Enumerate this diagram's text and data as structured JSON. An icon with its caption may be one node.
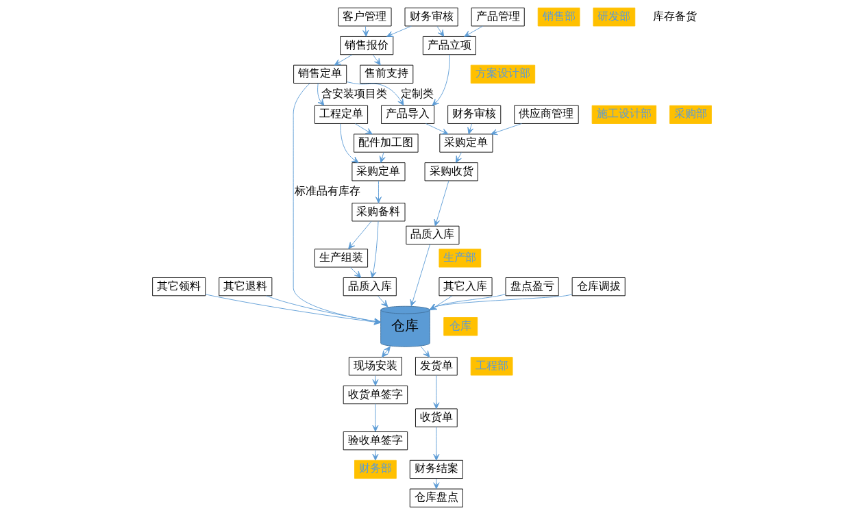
{
  "diagram": {
    "nodes": [
      {
        "text": [
          "售前支持"
        ]
      },
      {
        "text": [
          "方案设计部"
        ]
      },
      {
        "text": [
          "客户管理"
        ]
      },
      {
        "text": [
          "销售报价"
        ]
      },
      {
        "text": [
          "销售定单"
        ]
      },
      {
        "text": [
          "施工设计部"
        ]
      },
      {
        "text": [
          "工程定单"
        ]
      },
      {
        "text": [
          "采购定单"
        ]
      },
      {
        "text": [
          "销售部"
        ]
      },
      {
        "text": [
          "配件加工图"
        ]
      },
      {
        "text": [
          "财务审核"
        ]
      },
      {
        "text": [
          "采购备料"
        ]
      },
      {
        "text": [
          "生产组装"
        ]
      },
      {
        "text": [
          "生产部"
        ]
      },
      {
        "text": [
          "研发部"
        ]
      },
      {
        "text": [
          "产品管理"
        ]
      },
      {
        "text": [
          "产品立项"
        ]
      },
      {
        "text": [
          "产品导入"
        ]
      },
      {
        "text": [
          "品质入库"
        ]
      },
      {
        "text": [
          "仓库"
        ]
      },
      {
        "text": [
          "仓库"
        ]
      },
      {
        "text": [
          "现场安装"
        ]
      },
      {
        "text": [
          "工程部"
        ]
      },
      {
        "text": [
          "其它领料"
        ]
      },
      {
        "text": [
          "财务审核"
        ]
      },
      {
        "text": [
          "发货单"
        ]
      },
      {
        "text": [
          "其它退料"
        ]
      },
      {
        "text": [
          "收货单签字"
        ]
      },
      {
        "text": [
          "采购部"
        ]
      },
      {
        "text": [
          "供应商管理"
        ]
      },
      {
        "text": [
          "采购定单"
        ]
      },
      {
        "text": [
          "品质入库"
        ]
      },
      {
        "text": [
          "收货单"
        ]
      },
      {
        "text": [
          "其它入库"
        ]
      },
      {
        "text": [
          "验收单签字"
        ]
      },
      {
        "text": [
          "采购收货"
        ]
      },
      {
        "text": [
          "盘点盈亏"
        ]
      },
      {
        "text": [
          "仓库盘点"
        ]
      },
      {
        "text": [
          "财务结案"
        ]
      },
      {
        "text": [
          "仓库调拔"
        ]
      },
      {
        "text": [
          "财务部"
        ]
      }
    ],
    "edges": [
      {
        "from": 2,
        "to": 3,
        "arrow": "to"
      },
      {
        "from": 3,
        "to": 0,
        "arrow": "to"
      },
      {
        "from": 3,
        "to": 4,
        "arrow": "to"
      },
      {
        "from": 10,
        "to": 3,
        "arrow": "to"
      },
      {
        "from": 10,
        "to": 16,
        "arrow": "to"
      },
      {
        "from": 4,
        "to": 6,
        "label": "含安装项目类",
        "arrow": "to"
      },
      {
        "from": 6,
        "to": 7,
        "arrow": "to"
      },
      {
        "from": 6,
        "to": 9,
        "arrow": "to"
      },
      {
        "from": 9,
        "to": 7,
        "arrow": "to"
      },
      {
        "from": 4,
        "to": 17,
        "label": "定制类",
        "arrow": "to"
      },
      {
        "from": 4,
        "to": 20,
        "label": "标准品有库存",
        "arrow": "to"
      },
      {
        "from": 7,
        "to": 11,
        "arrow": "to"
      },
      {
        "from": 11,
        "to": 12,
        "arrow": "to"
      },
      {
        "from": 11,
        "to": 18,
        "arrow": "to"
      },
      {
        "from": 12,
        "to": 18,
        "arrow": "to"
      },
      {
        "from": 18,
        "to": 20,
        "arrow": "to"
      },
      {
        "from": 15,
        "to": 16,
        "arrow": "to"
      },
      {
        "from": 16,
        "to": 17,
        "arrow": "to"
      },
      {
        "from": 17,
        "to": 30,
        "arrow": "to"
      },
      {
        "from": 24,
        "to": 30,
        "arrow": "to"
      },
      {
        "from": 29,
        "to": 30,
        "arrow": "to"
      },
      {
        "from": 30,
        "to": 35,
        "arrow": "to"
      },
      {
        "from": 35,
        "to": 31,
        "arrow": "to"
      },
      {
        "from": 31,
        "to": 20,
        "arrow": "to"
      },
      {
        "from": 20,
        "to": 25,
        "arrow": "to"
      },
      {
        "from": 25,
        "to": 32,
        "arrow": "to"
      },
      {
        "from": 32,
        "to": 38,
        "arrow": "to"
      },
      {
        "from": 38,
        "to": 37,
        "arrow": "to"
      },
      {
        "from": 20,
        "to": 21,
        "arrow": "both"
      },
      {
        "from": 23,
        "to": 20,
        "arrow": "to"
      },
      {
        "from": 26,
        "to": 20,
        "arrow": "to"
      },
      {
        "from": 33,
        "to": 20,
        "arrow": "to"
      },
      {
        "from": 36,
        "to": 20,
        "arrow": "to"
      },
      {
        "from": 39,
        "to": 20,
        "arrow": "to"
      },
      {
        "from": 21,
        "to": 27,
        "arrow": "to"
      },
      {
        "from": 27,
        "to": 34,
        "arrow": "to"
      },
      {
        "from": 34,
        "to": 40,
        "arrow": "to"
      }
    ],
    "labels": [
      "库存备货"
    ]
  }
}
